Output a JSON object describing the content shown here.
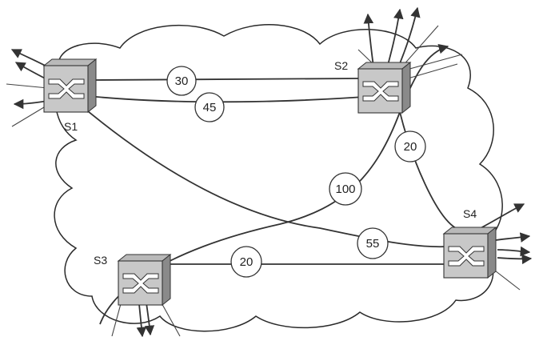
{
  "switches": {
    "s1": "S1",
    "s2": "S2",
    "s3": "S3",
    "s4": "S4"
  },
  "flows": {
    "s1_s2_a": "30",
    "s1_s2_b": "45",
    "s2_s4": "20",
    "s3_s2": "100",
    "s1_s4": "55",
    "s3_s4": "20"
  }
}
